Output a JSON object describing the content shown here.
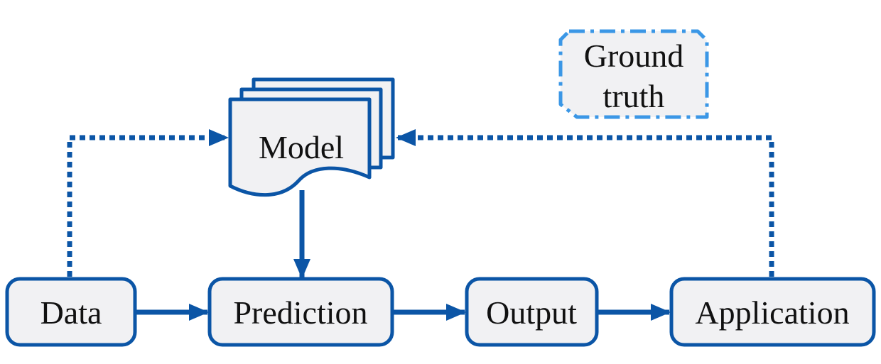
{
  "nodes": {
    "data": {
      "label": "Data"
    },
    "prediction": {
      "label": "Prediction"
    },
    "output": {
      "label": "Output"
    },
    "application": {
      "label": "Application"
    },
    "model": {
      "label": "Model"
    },
    "ground_truth": {
      "line1": "Ground",
      "line2": "truth"
    }
  },
  "colors": {
    "primary": "#0b55a6",
    "accent": "#3b97e6",
    "node_fill": "#f1f1f3",
    "text": "#111111"
  }
}
